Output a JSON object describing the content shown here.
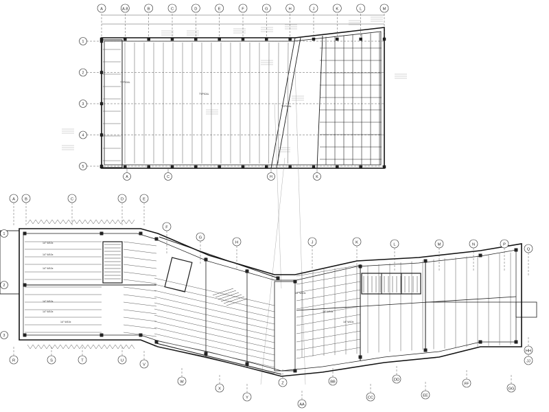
{
  "upper_plan": {
    "top_grid": [
      "A",
      "A.8",
      "B",
      "C",
      "D",
      "E",
      "F",
      "G",
      "H",
      "J",
      "K",
      "L",
      "M"
    ],
    "side_grid": [
      "1",
      "2",
      "3",
      "4",
      "5"
    ],
    "bottom_grid": [
      "A",
      "C",
      "H",
      "K"
    ],
    "notes": [
      "TYPICAL",
      "TYPICAL",
      "TYPICAL"
    ]
  },
  "lower_plan": {
    "top_grid": [
      "A",
      "B",
      "C",
      "D",
      "E",
      "F",
      "G",
      "H",
      "J",
      "K",
      "L",
      "M",
      "N",
      "P",
      "Q"
    ],
    "side_grid": [
      "1",
      "2",
      "3"
    ],
    "bottom_grid": [
      "R",
      "S",
      "T",
      "U",
      "V",
      "W",
      "X",
      "Y",
      "Z",
      "AA",
      "BB",
      "CC",
      "DD",
      "EE",
      "FF",
      "GG",
      "HH",
      "JJ"
    ],
    "beam_labels": [
      "14\" W10x",
      "14\" W10x",
      "14\" W10x",
      "14\" W10x",
      "14\" W10x",
      "14\" W10x",
      "14\" W10x",
      "14\" W10x",
      "14\" W10x"
    ]
  }
}
